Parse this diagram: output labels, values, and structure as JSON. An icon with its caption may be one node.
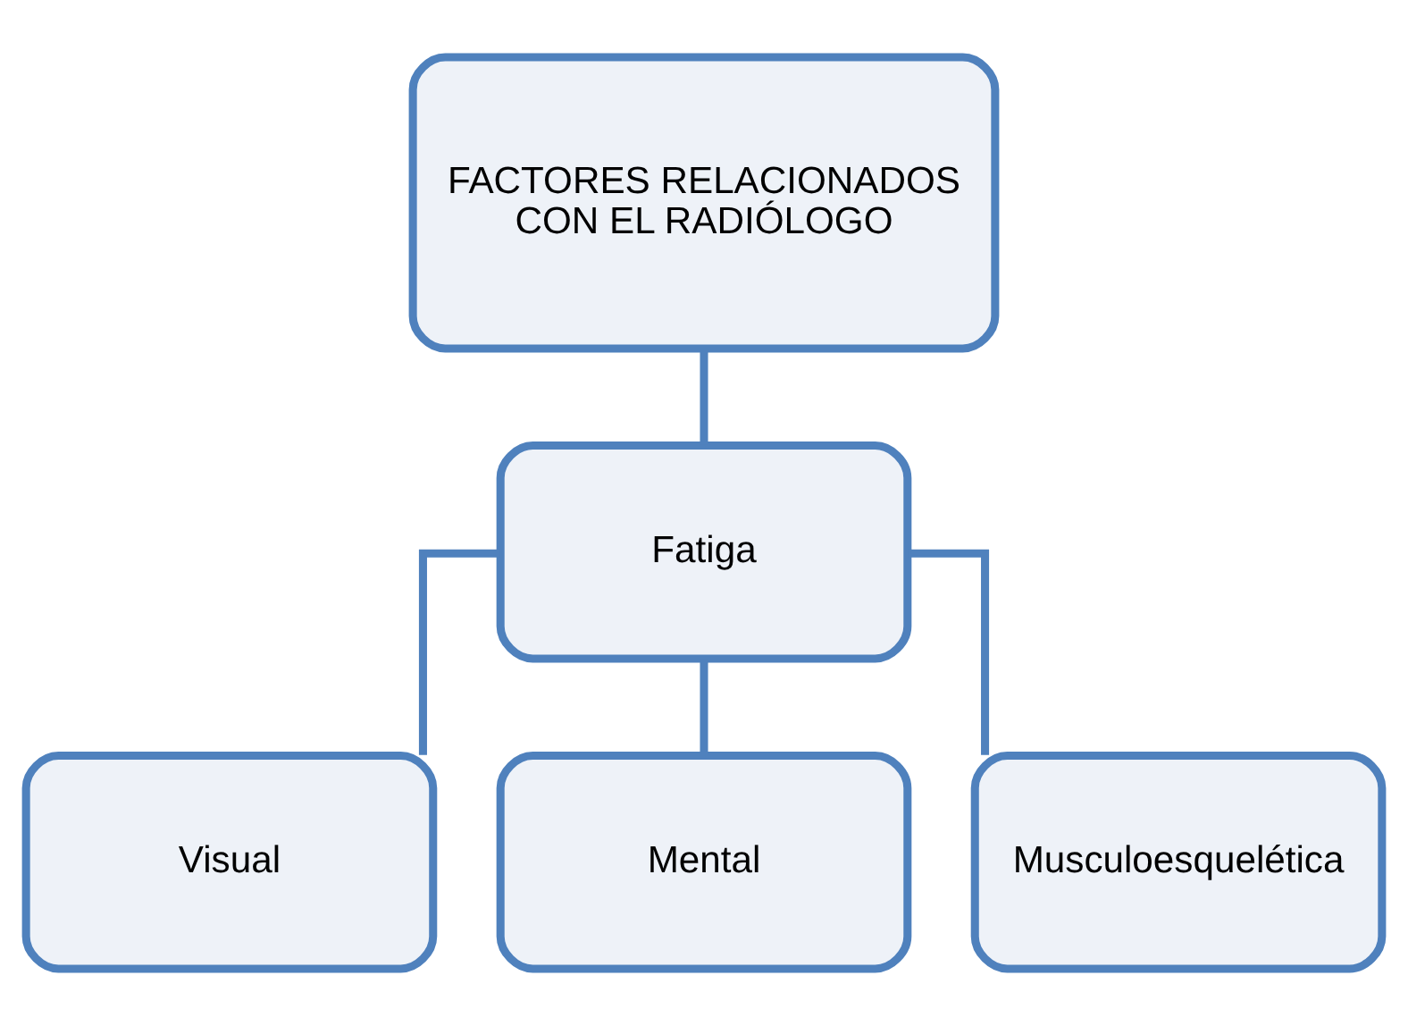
{
  "diagram": {
    "nodes": [
      {
        "text": [
          "FACTORES RELACIONADOS CON EL RADIÓLOGO"
        ]
      },
      {
        "text": [
          "Fatiga"
        ]
      },
      {
        "text": [
          "Visual"
        ]
      },
      {
        "text": [
          "Mental"
        ]
      },
      {
        "text": [
          "Musculoesquelética"
        ]
      }
    ],
    "edges": [
      {
        "from": 0,
        "to": 1,
        "arrow": "none"
      },
      {
        "from": 1,
        "to": 2,
        "arrow": "none"
      },
      {
        "from": 1,
        "to": 3,
        "arrow": "none"
      },
      {
        "from": 1,
        "to": 4,
        "arrow": "none"
      }
    ]
  }
}
